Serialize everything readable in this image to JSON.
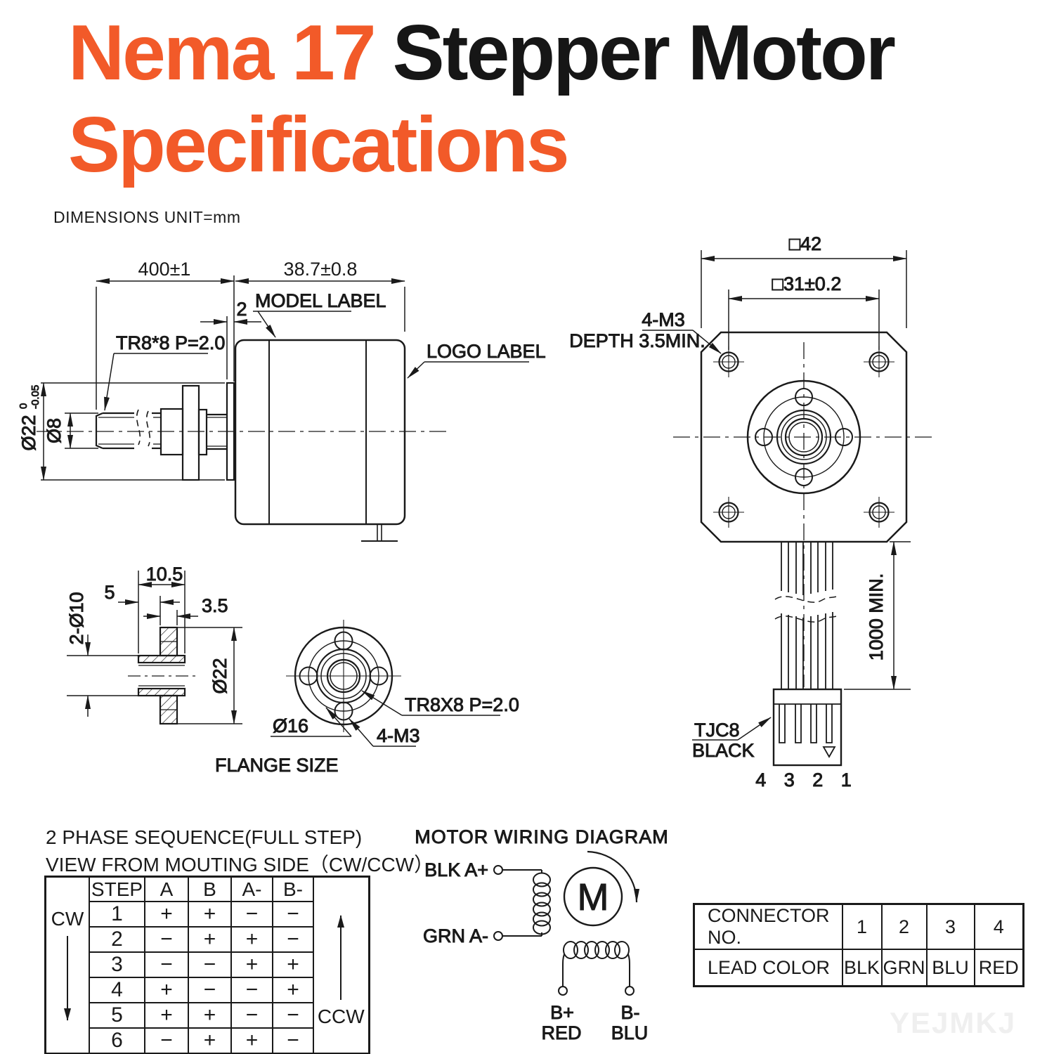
{
  "header": {
    "title_accent": "Nema 17",
    "title_rest": "Stepper Motor",
    "title_line2": "Specifications",
    "note": "DIMENSIONS UNIT=mm"
  },
  "colors": {
    "accent": "#F25A29",
    "ink": "#1A1A1A"
  },
  "side_view": {
    "dim_shaft_length": "400±1",
    "dim_body_length": "38.7±0.8",
    "dim_plate": "2",
    "thread_label": "TR8*8 P=2.0",
    "model_label": "MODEL LABEL",
    "logo_label": "LOGO LABEL",
    "dia_shaft_hub": "Ø22",
    "dia_tol_upper": "0",
    "dia_tol_lower": "-0.05",
    "dia_screw": "Ø8"
  },
  "front_view": {
    "dim_width": "□42",
    "dim_holes": "□31±0.2",
    "holes_label_1": "4-M3",
    "holes_label_2": "DEPTH 3.5MIN.",
    "cable_length": "1000 MIN.",
    "connector_label_1": "TJC8",
    "connector_label_2": "BLACK",
    "pin_numbers": "4 3 2 1"
  },
  "flange": {
    "dim_length": "10.5",
    "dim_offset": "5",
    "dim_thickness": "3.5",
    "dim_holes": "2-Ø10",
    "dim_disc": "Ø22",
    "dim_bolt_circle": "Ø16",
    "dim_screw_holes": "4-M3",
    "dim_thread": "TR8X8 P=2.0",
    "caption": "FLANGE SIZE"
  },
  "phase_table": {
    "title_line1": "2 PHASE SEQUENCE(FULL STEP)",
    "title_line2": "VIEW FROM MOUTING SIDE（CW/CCW）",
    "cw_label": "CW",
    "ccw_label": "CCW",
    "headers": [
      "STEP",
      "A",
      "B",
      "A-",
      "B-"
    ],
    "rows": [
      [
        "1",
        "+",
        "+",
        "−",
        "−"
      ],
      [
        "2",
        "−",
        "+",
        "+",
        "−"
      ],
      [
        "3",
        "−",
        "−",
        "+",
        "+"
      ],
      [
        "4",
        "+",
        "−",
        "−",
        "+"
      ],
      [
        "5",
        "+",
        "+",
        "−",
        "−"
      ],
      [
        "6",
        "−",
        "+",
        "+",
        "−"
      ]
    ]
  },
  "wiring": {
    "title": "MOTOR WIRING DIAGRAM",
    "phase_a_pos": "BLK A+",
    "phase_a_neg": "GRN A-",
    "motor_symbol": "M",
    "phase_b_pos": "B+",
    "phase_b_pos_color": "RED",
    "phase_b_neg": "B-",
    "phase_b_neg_color": "BLU"
  },
  "connector_table": {
    "rows": [
      [
        "CONNECTOR NO.",
        "1",
        "2",
        "3",
        "4"
      ],
      [
        "LEAD COLOR",
        "BLK",
        "GRN",
        "BLU",
        "RED"
      ]
    ]
  },
  "watermark": "YEJMKJ"
}
